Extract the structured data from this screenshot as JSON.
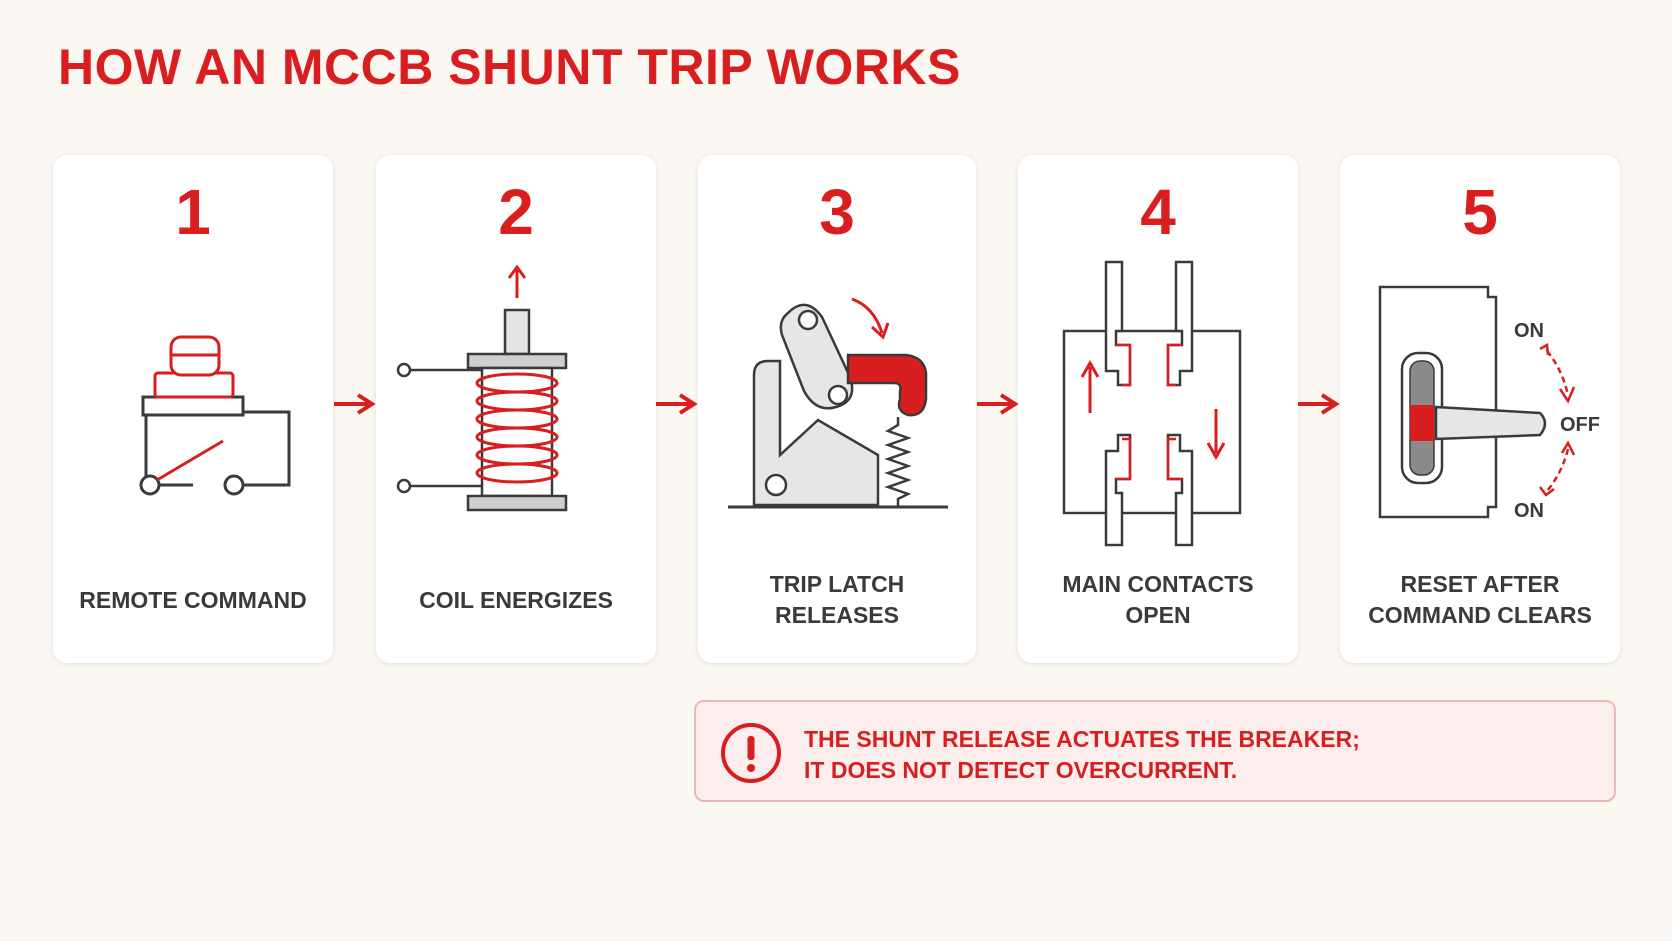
{
  "title": "HOW AN MCCB SHUNT TRIP WORKS",
  "steps": [
    {
      "number": "1",
      "label": "REMOTE COMMAND"
    },
    {
      "number": "2",
      "label": "COIL ENERGIZES"
    },
    {
      "number": "3",
      "label": "TRIP LATCH RELEASES"
    },
    {
      "number": "4",
      "label": "MAIN CONTACTS OPEN"
    },
    {
      "number": "5",
      "label": "RESET AFTER COMMAND CLEARS"
    }
  ],
  "handle_positions": {
    "top": "ON",
    "middle": "OFF",
    "bottom": "ON"
  },
  "note": {
    "line1": "THE SHUNT RELEASE ACTUATES THE BREAKER;",
    "line2": "IT DOES NOT DETECT OVERCURRENT."
  },
  "icons": {
    "note": "exclamation-circle-icon",
    "between_steps": "arrow-right-icon"
  },
  "colors": {
    "accent": "#d81e1e",
    "background": "#fbf8f3",
    "card": "#ffffff",
    "text": "#3a3a3a",
    "note_background": "#fdeeee"
  }
}
